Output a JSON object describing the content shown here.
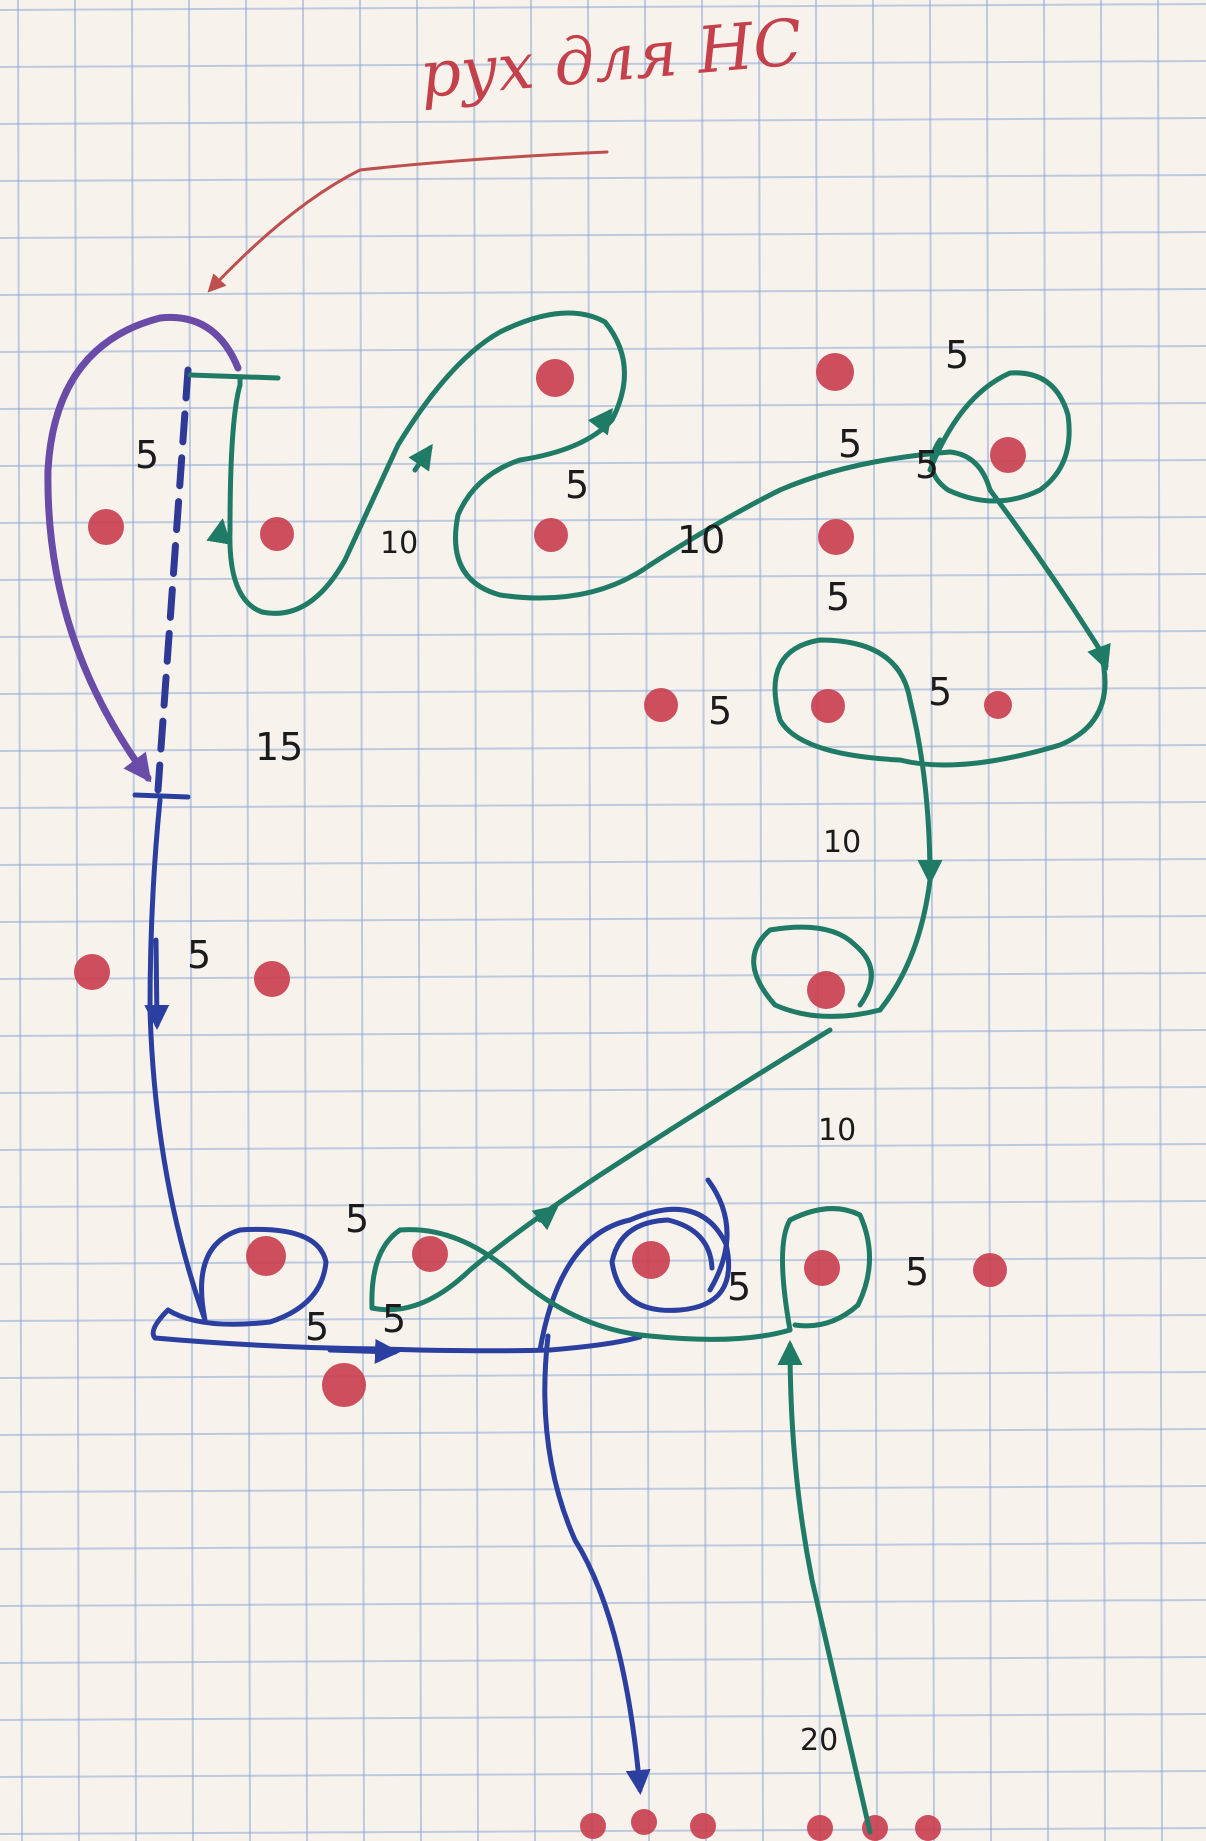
{
  "title": "рух для НС",
  "colors": {
    "paper": "#f7f2ec",
    "grid": "#8ca9d6",
    "dots": "#c9404f",
    "green_path": "#1f7a66",
    "blue_path": "#2b3fa0",
    "purple_path": "#6a4ba7",
    "annotation": "#c4404b"
  },
  "count_labels": [
    "5",
    "5",
    "10",
    "10",
    "5",
    "5",
    "5",
    "5",
    "5",
    "5",
    "15",
    "10",
    "5",
    "10",
    "5",
    "5",
    "5",
    "5",
    "5",
    "20"
  ]
}
